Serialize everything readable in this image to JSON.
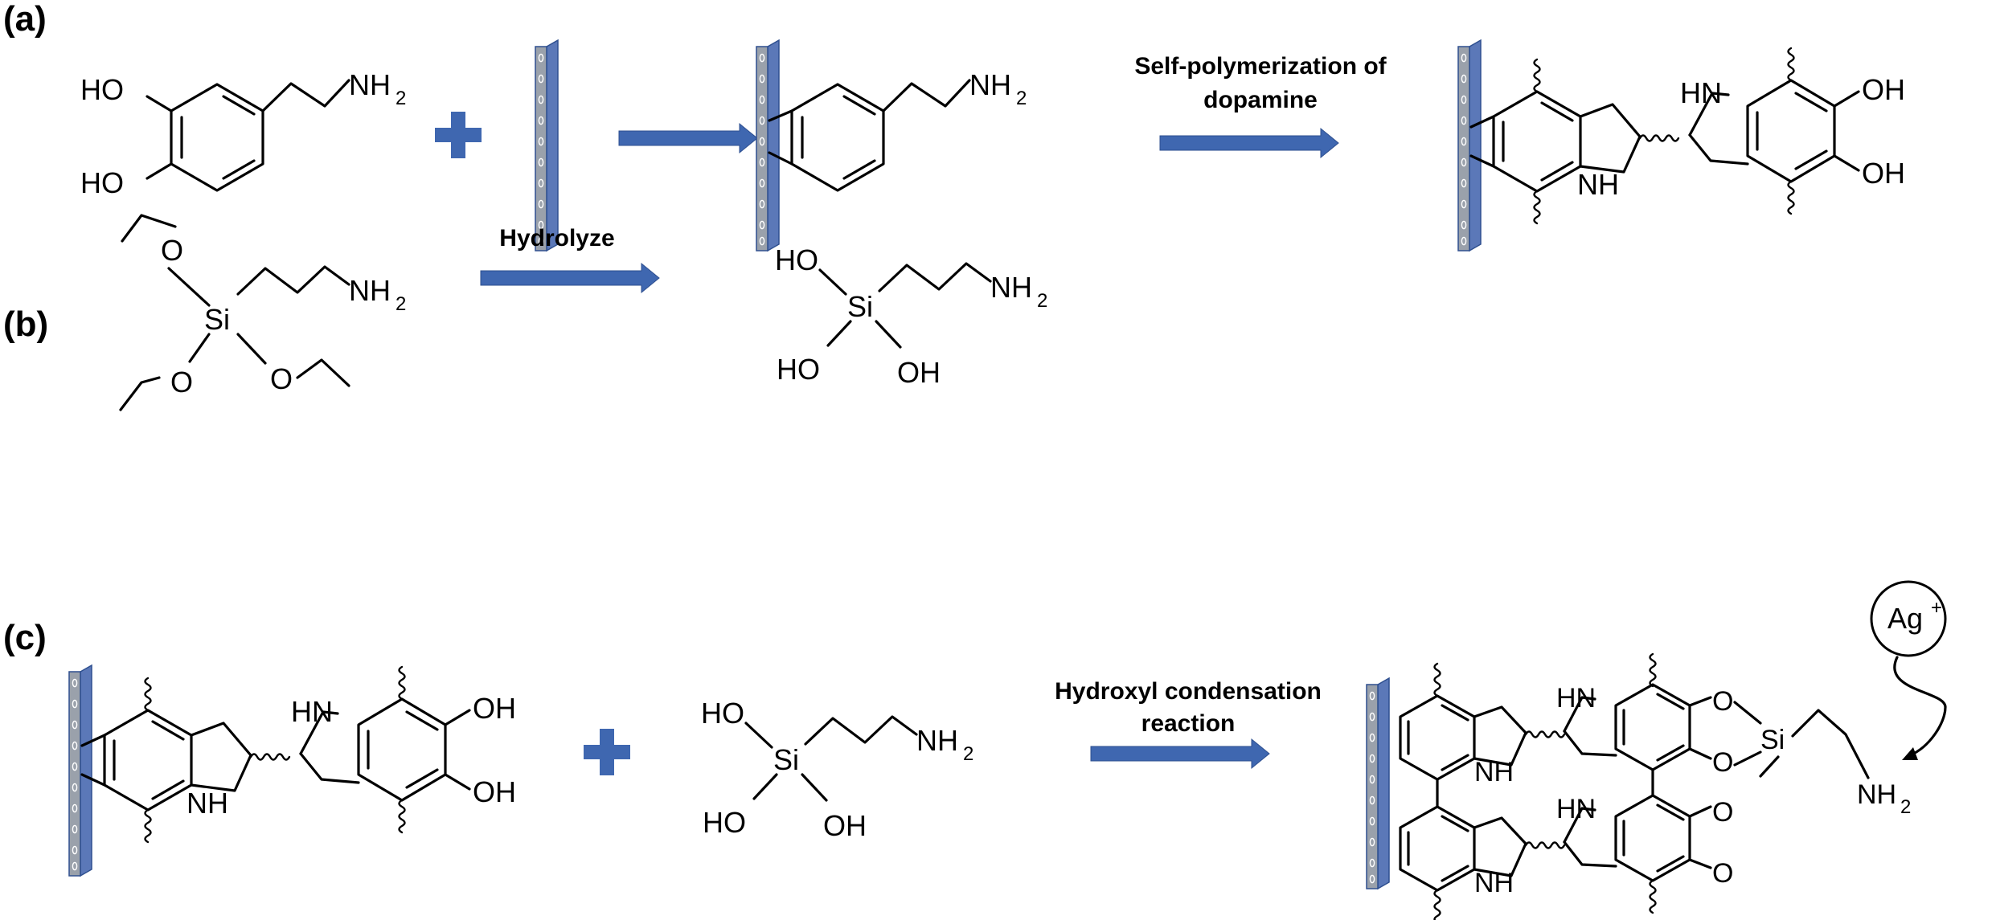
{
  "panels": {
    "a": "(a)",
    "b": "(b)",
    "c": "(c)"
  },
  "steps": {
    "a": [
      "Self-polymerization of",
      "dopamine"
    ],
    "b": [
      "Hydrolyze"
    ],
    "c": [
      "Hydroxyl condensation",
      "reaction"
    ]
  },
  "atoms": {
    "HO": "HO",
    "OH": "OH",
    "NH2": "NH",
    "NH2_sub": "2",
    "HN": "HN",
    "NH": "NH",
    "O": "O",
    "Si": "Si",
    "Ag": "Ag",
    "Ag_sup": "+"
  },
  "colors": {
    "arrow": "#3f67b0",
    "substrate": "#8f97a3",
    "substrate_edge": "#2e4f8f"
  }
}
